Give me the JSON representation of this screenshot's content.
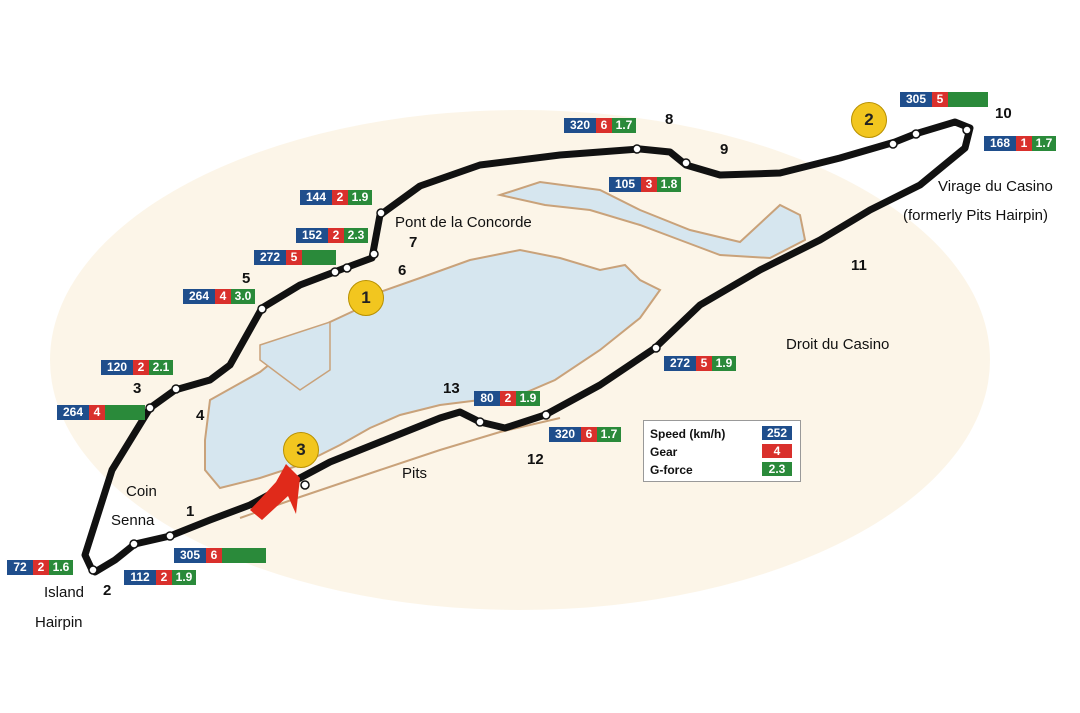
{
  "labels": {
    "pont": "Pont de la Concorde",
    "casino1": "Virage du Casino",
    "casino2": "(formerly Pits Hairpin)",
    "droit": "Droit du Casino",
    "pits": "Pits",
    "coin": "Coin",
    "senna": "Senna",
    "island": "Island",
    "hairpin": "Hairpin"
  },
  "turns": [
    "1",
    "2",
    "3",
    "4",
    "5",
    "6",
    "7",
    "8",
    "9",
    "10",
    "11",
    "12",
    "13"
  ],
  "zones": [
    "1",
    "2",
    "3"
  ],
  "telemetry": [
    {
      "speed": "320",
      "gear": "6",
      "g": "1.7"
    },
    {
      "speed": "305",
      "gear": "5",
      "g": ""
    },
    {
      "speed": "168",
      "gear": "1",
      "g": "1.7"
    },
    {
      "speed": "105",
      "gear": "3",
      "g": "1.8"
    },
    {
      "speed": "144",
      "gear": "2",
      "g": "1.9"
    },
    {
      "speed": "152",
      "gear": "2",
      "g": "2.3"
    },
    {
      "speed": "272",
      "gear": "5",
      "g": ""
    },
    {
      "speed": "264",
      "gear": "4",
      "g": "3.0"
    },
    {
      "speed": "120",
      "gear": "2",
      "g": "2.1"
    },
    {
      "speed": "264",
      "gear": "4",
      "g": ""
    },
    {
      "speed": "272",
      "gear": "5",
      "g": "1.9"
    },
    {
      "speed": "80",
      "gear": "2",
      "g": "1.9"
    },
    {
      "speed": "320",
      "gear": "6",
      "g": "1.7"
    },
    {
      "speed": "305",
      "gear": "6",
      "g": ""
    },
    {
      "speed": "72",
      "gear": "2",
      "g": "1.6"
    },
    {
      "speed": "112",
      "gear": "2",
      "g": "1.9"
    }
  ],
  "legend": {
    "speed_label": "Speed (km/h)",
    "speed_val": "252",
    "gear_label": "Gear",
    "gear_val": "4",
    "g_label": "G-force",
    "g_val": "2.3"
  },
  "colors": {
    "speed": "#1f4e8c",
    "gear": "#d9302c",
    "gforce": "#2a8a3a",
    "zone": "#f2c61f",
    "arrow": "#e02a1a",
    "water": "#d6e6ef",
    "track": "#111111"
  }
}
